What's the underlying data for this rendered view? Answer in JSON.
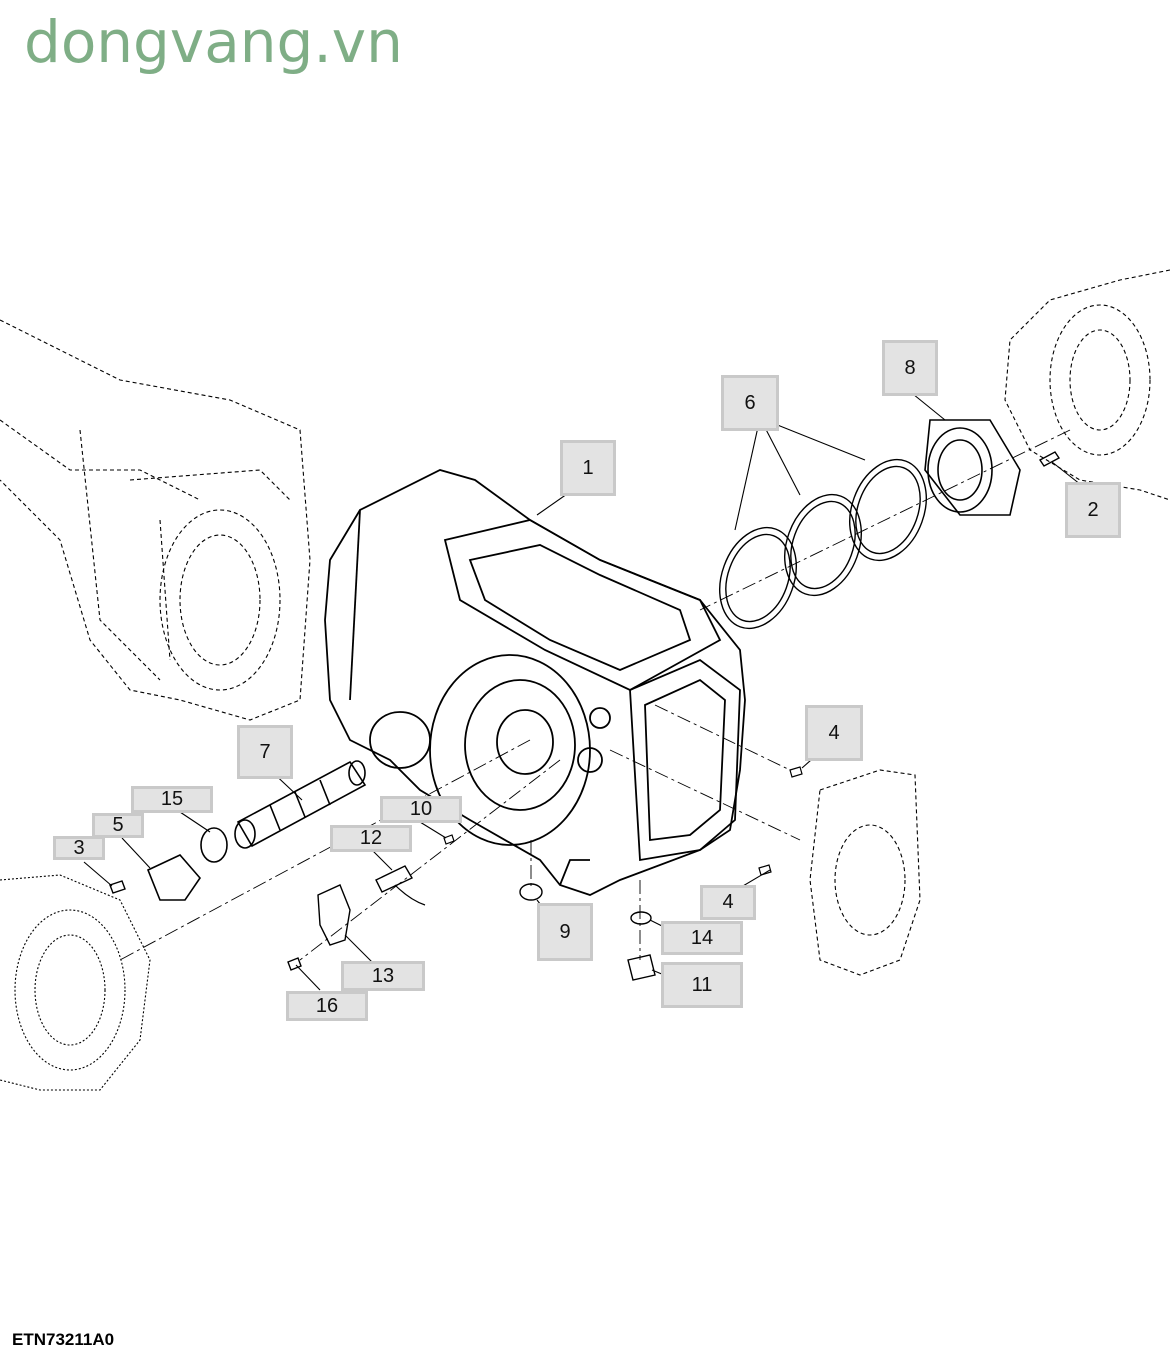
{
  "watermark": "dongvang.vn",
  "figure_id": "ETN73211A0",
  "callouts": [
    {
      "id": "c1",
      "label": "1"
    },
    {
      "id": "c2",
      "label": "2"
    },
    {
      "id": "c3",
      "label": "3"
    },
    {
      "id": "c4a",
      "label": "4"
    },
    {
      "id": "c4b",
      "label": "4"
    },
    {
      "id": "c5",
      "label": "5"
    },
    {
      "id": "c6",
      "label": "6"
    },
    {
      "id": "c7",
      "label": "7"
    },
    {
      "id": "c8",
      "label": "8"
    },
    {
      "id": "c9",
      "label": "9"
    },
    {
      "id": "c10",
      "label": "10"
    },
    {
      "id": "c11",
      "label": "11"
    },
    {
      "id": "c12",
      "label": "12"
    },
    {
      "id": "c13",
      "label": "13"
    },
    {
      "id": "c14",
      "label": "14"
    },
    {
      "id": "c15",
      "label": "15"
    },
    {
      "id": "c16",
      "label": "16"
    }
  ]
}
